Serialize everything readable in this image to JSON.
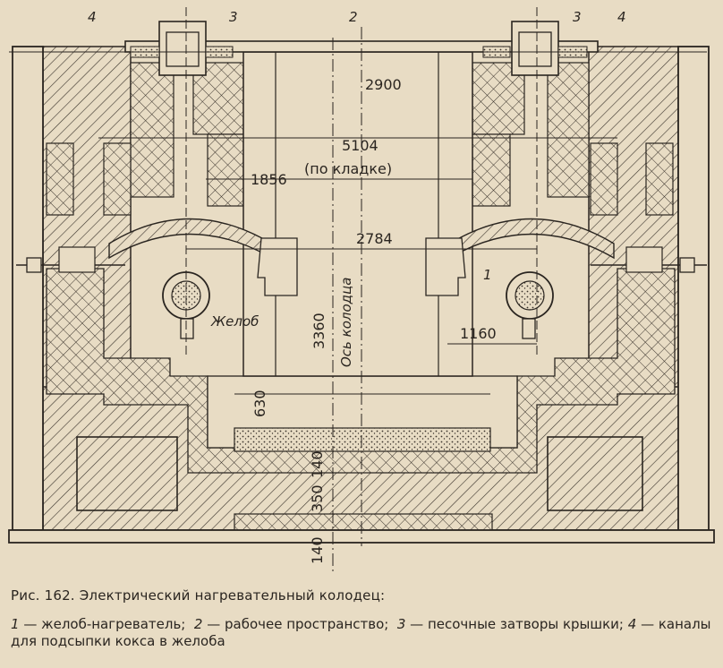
{
  "callouts": {
    "c1": "1",
    "c2": "2",
    "c3": "3",
    "c4": "4"
  },
  "dimensions": {
    "d2900": "2900",
    "d5104": "5104",
    "d_po_kladke": "(по кладке)",
    "d1856": "1856",
    "d2784": "2784",
    "d3360": "3360",
    "d1160": "1160",
    "d630": "630",
    "d140_top": "140",
    "d350": "350",
    "d140_bottom": "140"
  },
  "labels": {
    "zhelob": "Желоб",
    "os_kolodtsa": "Ось колодца"
  },
  "caption": {
    "figure": "Рис. 162. Электрический нагревательный колодец:",
    "l1_num": "1",
    "l1_text": " — желоб-нагреватель;",
    "l2_num": "2",
    "l2_text": " — рабочее пространство;",
    "l3_num": "3",
    "l3_text": " — песочные затворы крышки;",
    "l4_num": "4",
    "l4_text": " — каналы для подсыпки кокса в желоба"
  }
}
